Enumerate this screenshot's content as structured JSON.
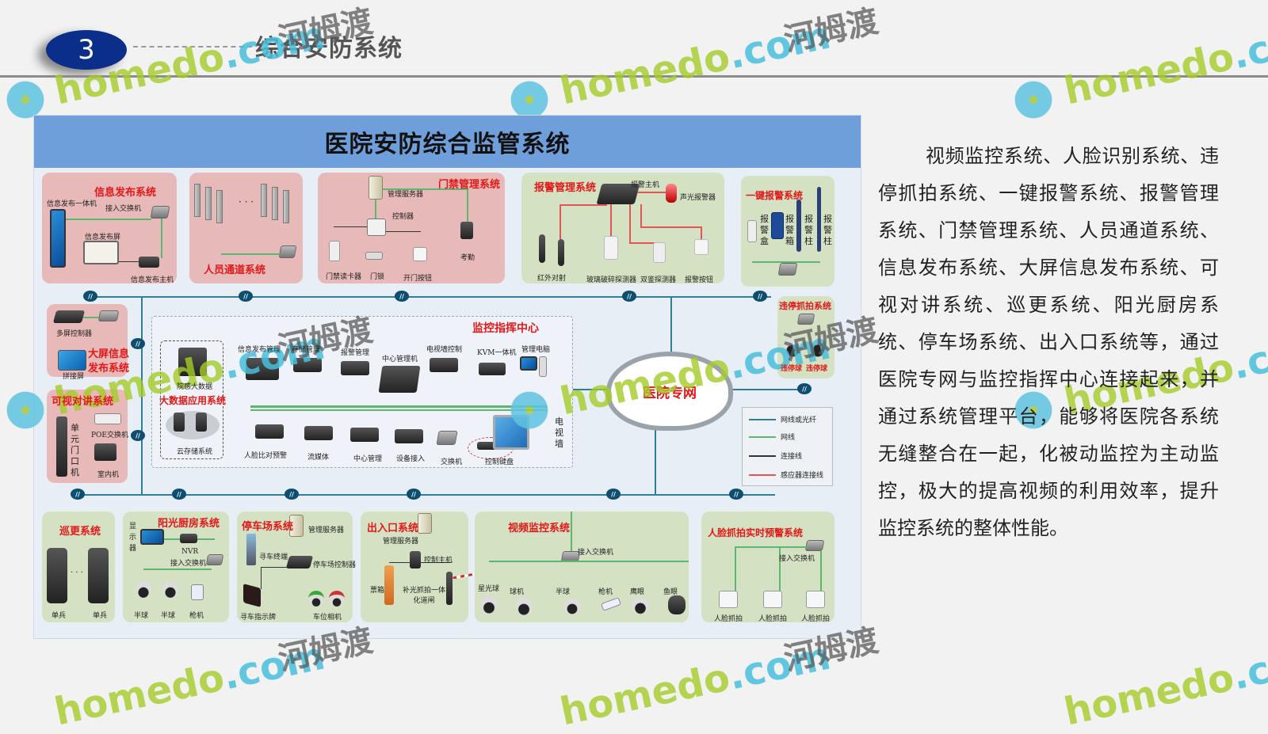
{
  "header": {
    "section_number": "3",
    "title": "综合安防系统"
  },
  "diagram": {
    "title": "医院安防综合监管系统",
    "top_row": {
      "info_release": {
        "title": "信息发布系统",
        "labels": [
          "信息发布一体机",
          "接入交换机",
          "信息发布屏",
          "信息发布主机"
        ]
      },
      "personnel_channel": {
        "title": "人员通道系统",
        "ellipsis": "· · ·"
      },
      "access_control": {
        "title": "门禁管理系统",
        "labels": [
          "管理服务器",
          "控制器",
          "门禁读卡器",
          "门锁",
          "开门按钮",
          "考勤"
        ]
      },
      "alarm_management": {
        "title": "报警管理系统",
        "labels": [
          "报警主机",
          "声光报警器",
          "红外对射",
          "玻璃破碎探测器",
          "双鉴探测器",
          "报警按钮"
        ]
      },
      "one_key_alarm": {
        "title": "一键报警系统",
        "labels": [
          "报警盒",
          "报警箱",
          "报警柱",
          "报警柱"
        ]
      }
    },
    "left_column": {
      "big_screen": {
        "title": "大屏信息发布系统",
        "title_line1": "大屏信息",
        "title_line2": "发布系统",
        "labels": [
          "多屏控制器",
          "拼接屏"
        ]
      },
      "intercom": {
        "title": "可视对讲系统",
        "labels": [
          "单元门口机",
          "POE交换机",
          "室内机"
        ]
      }
    },
    "right_column": {
      "illegal_parking": {
        "title": "违停抓拍系统",
        "labels": [
          "违停球",
          "违停球"
        ]
      }
    },
    "center": {
      "title": "监控指挥中心",
      "big_data": {
        "title": "大数据应用系统",
        "labels": [
          "院感大数据",
          "云存储系统"
        ]
      },
      "top_devices": [
        "信息发布管理",
        "存储管理",
        "报警管理",
        "中心管理机",
        "电视墙控制",
        "KVM一体机",
        "管理电脑"
      ],
      "bottom_devices": [
        "人脸比对预警",
        "流媒体",
        "中心管理",
        "设备接入",
        "交换机",
        "控制键盘"
      ],
      "tv_wall_label": "电视墙"
    },
    "network": {
      "label": "医院专网"
    },
    "legend": {
      "items": [
        {
          "label": "网线或光纤",
          "color": "#2f7d9c"
        },
        {
          "label": "网线",
          "color": "#5cb86e"
        },
        {
          "label": "连接线",
          "color": "#333333"
        },
        {
          "label": "感应器连接线",
          "color": "#e05555"
        }
      ]
    },
    "bottom_row": {
      "patrol": {
        "title": "巡更系统",
        "labels": [
          "单兵",
          "单兵"
        ],
        "ellipsis": "· · ·"
      },
      "sunshine_kitchen": {
        "title": "阳光厨房系统",
        "labels": [
          "显示器",
          "NVR",
          "接入交换机",
          "半球",
          "半球",
          "枪机"
        ]
      },
      "parking": {
        "title": "停车场系统",
        "labels": [
          "管理服务器",
          "寻车终端",
          "停车场控制器",
          "寻车指示牌",
          "车位相机"
        ]
      },
      "entrance_exit": {
        "title": "出入口系统",
        "labels": [
          "管理服务器",
          "控制主机",
          "票箱",
          "补光抓拍一体化道闸"
        ]
      },
      "video_surveillance": {
        "title": "视频监控系统",
        "labels": [
          "接入交换机",
          "星光球",
          "球机",
          "半球",
          "枪机",
          "鹰眼",
          "鱼眼"
        ]
      },
      "face_capture": {
        "title": "人脸抓拍实时预警系统",
        "labels": [
          "接入交换机",
          "人脸抓拍",
          "人脸抓拍",
          "人脸抓拍"
        ]
      }
    }
  },
  "description": "视频监控系统、人脸识别系统、违停抓拍系统、一键报警系统、报警管理系统、门禁管理系统、人员通道系统、信息发布系统、大屏信息发布系统、可视对讲系统、巡更系统、阳光厨房系统、停车场系统、出入口系统等，通过医院专网与监控指挥中心连接起来，并通过系统管理平台，能够将医院各系统无缝整合在一起，化被动监控为主动监控，极大的提高视频的利用效率，提升监控系统的整体性能。",
  "watermark": {
    "site": "homedo",
    "domain": ".com",
    "brand_cn": "河姆渡"
  },
  "colors": {
    "title_bar": "#6f9fdb",
    "badge": "#0a2e8a",
    "system_title": "#e21818",
    "pink_panel": "#e8b9b9",
    "green_panel": "#d4e2c3"
  }
}
